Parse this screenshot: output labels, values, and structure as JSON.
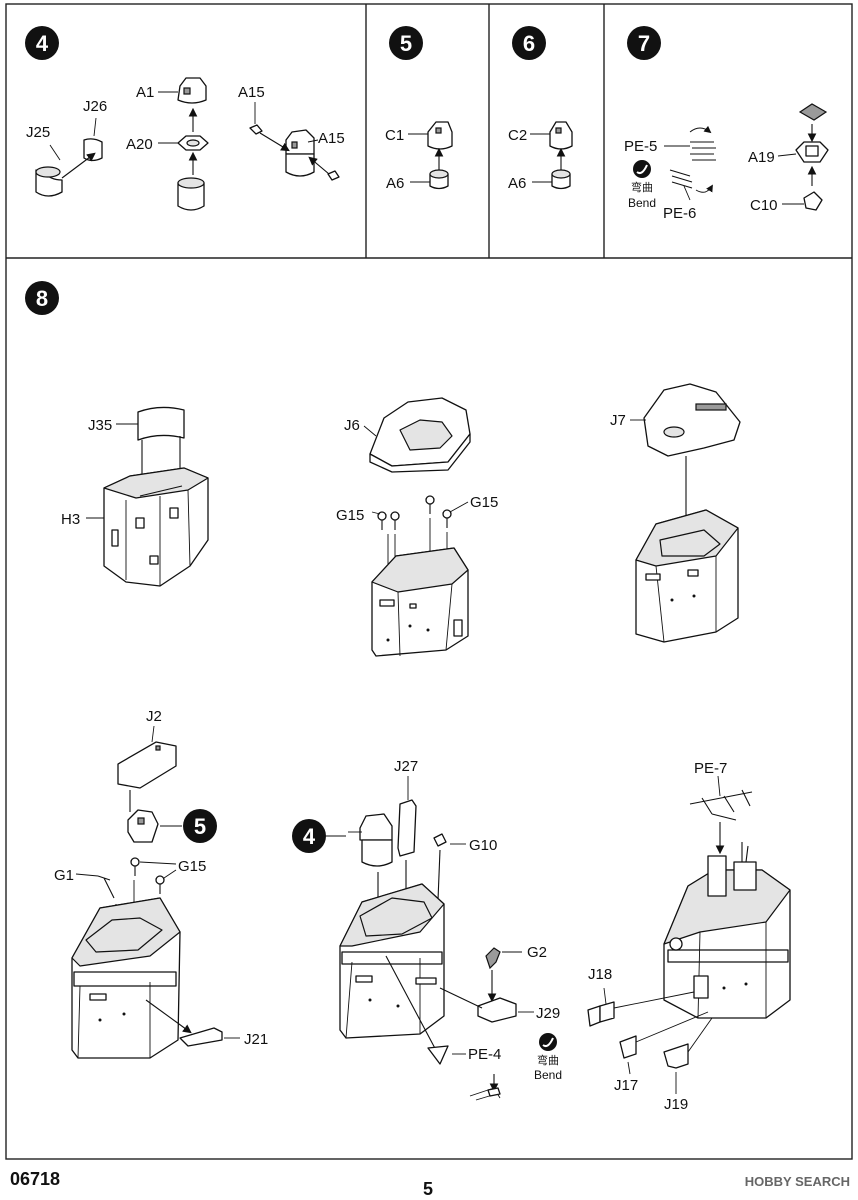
{
  "steps": [
    "4",
    "5",
    "6",
    "7",
    "8"
  ],
  "step8_sub_refs": [
    "5",
    "4"
  ],
  "labels": {
    "s4": [
      "J25",
      "J26",
      "A1",
      "A20",
      "A15",
      "A15"
    ],
    "s5": [
      "C1",
      "A6"
    ],
    "s6": [
      "C2",
      "A6"
    ],
    "s7": [
      "PE-5",
      "PE-6",
      "A19",
      "C10"
    ],
    "s8a": [
      "J35",
      "H3"
    ],
    "s8b": [
      "J6",
      "G15",
      "G15"
    ],
    "s8c": [
      "J7"
    ],
    "s8d": [
      "J2",
      "G15",
      "G1",
      "J21"
    ],
    "s8e": [
      "J27",
      "G10",
      "G2",
      "J29",
      "PE-4"
    ],
    "s8f": [
      "PE-7",
      "J18",
      "J17",
      "J19"
    ]
  },
  "bend": {
    "cn": "弯曲",
    "en": "Bend"
  },
  "footer": {
    "code": "06718",
    "page": "5"
  },
  "watermark": "HOBBY SEARCH"
}
